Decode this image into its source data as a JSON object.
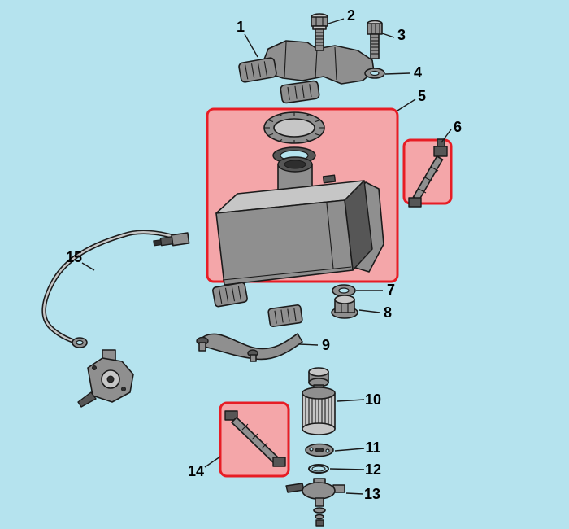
{
  "diagram": {
    "type": "exploded-parts-diagram",
    "labels": [
      "1",
      "2",
      "3",
      "4",
      "5",
      "6",
      "7",
      "8",
      "9",
      "10",
      "11",
      "12",
      "13",
      "14",
      "15"
    ],
    "highlighted_parts": [
      "5",
      "6",
      "14"
    ],
    "colors": {
      "background": "#b5e3ee",
      "line": "#1b1b1b",
      "highlight_fill": "#f4a6a9",
      "highlight_border": "#e71d25",
      "part_gray": "#8f8f8f",
      "part_light": "#c6c6c6",
      "part_dark": "#565656"
    }
  }
}
